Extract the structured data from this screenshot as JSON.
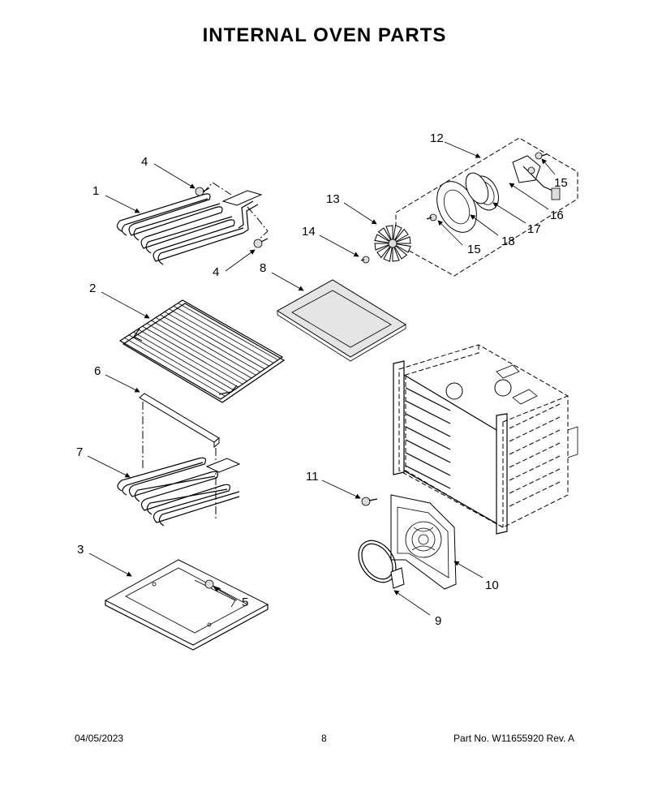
{
  "title": "INTERNAL OVEN PARTS",
  "callouts": [
    "1",
    "2",
    "3",
    "4",
    "4",
    "5",
    "6",
    "7",
    "8",
    "9",
    "10",
    "11",
    "12",
    "13",
    "14",
    "15",
    "15",
    "16",
    "17",
    "18"
  ],
  "footer": {
    "date": "04/05/2023",
    "page": "8",
    "part": "Part No.  W11655920  Rev.  A"
  }
}
